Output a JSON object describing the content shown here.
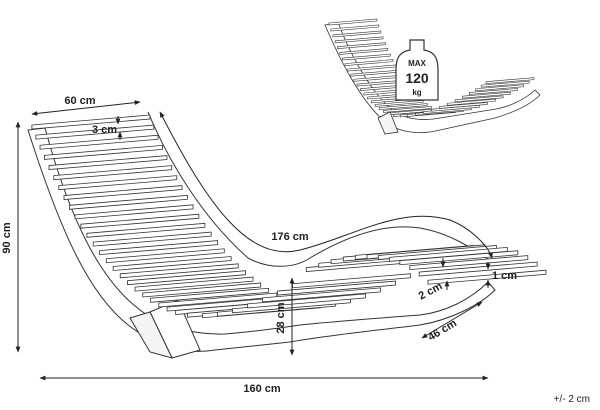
{
  "dimensions": {
    "width_top": "60 cm",
    "slat_gap": "3 cm",
    "height": "90 cm",
    "curve_length": "176 cm",
    "leg_height": "28 cm",
    "length": "160 cm",
    "slat_width": "2 cm",
    "slat_thickness": "1 cm",
    "footrest_width": "46 cm"
  },
  "weight_badge": {
    "line1": "MAX",
    "line2": "120",
    "line3": "kg"
  },
  "tolerance": "+/- 2 cm",
  "colors": {
    "line": "#333333",
    "fill": "#ffffff",
    "text": "#222222"
  }
}
